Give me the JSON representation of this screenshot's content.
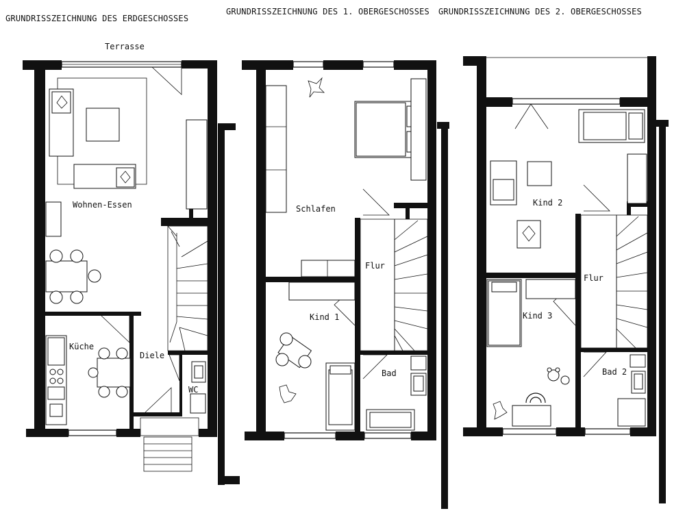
{
  "titles": {
    "ground": "GRUNDRISSZEICHNUNG   DES  ERDGESCHOSSES",
    "first": "GRUNDRISSZEICHNUNG   DES  1. OBERGESCHOSSES",
    "second": "GRUNDRISSZEICHNUNG   DES   2. OBERGESCHOSSES"
  },
  "ground_floor": {
    "terrace": "Terrasse",
    "living": "Wohnen-Essen",
    "kitchen": "Küche",
    "hall": "Diele",
    "wc": "WC"
  },
  "first_floor": {
    "bedroom": "Schlafen",
    "corridor": "Flur",
    "child1": "Kind 1",
    "bath": "Bad"
  },
  "second_floor": {
    "child2": "Kind 2",
    "corridor": "Flur",
    "child3": "Kind 3",
    "bath2": "Bad 2"
  }
}
